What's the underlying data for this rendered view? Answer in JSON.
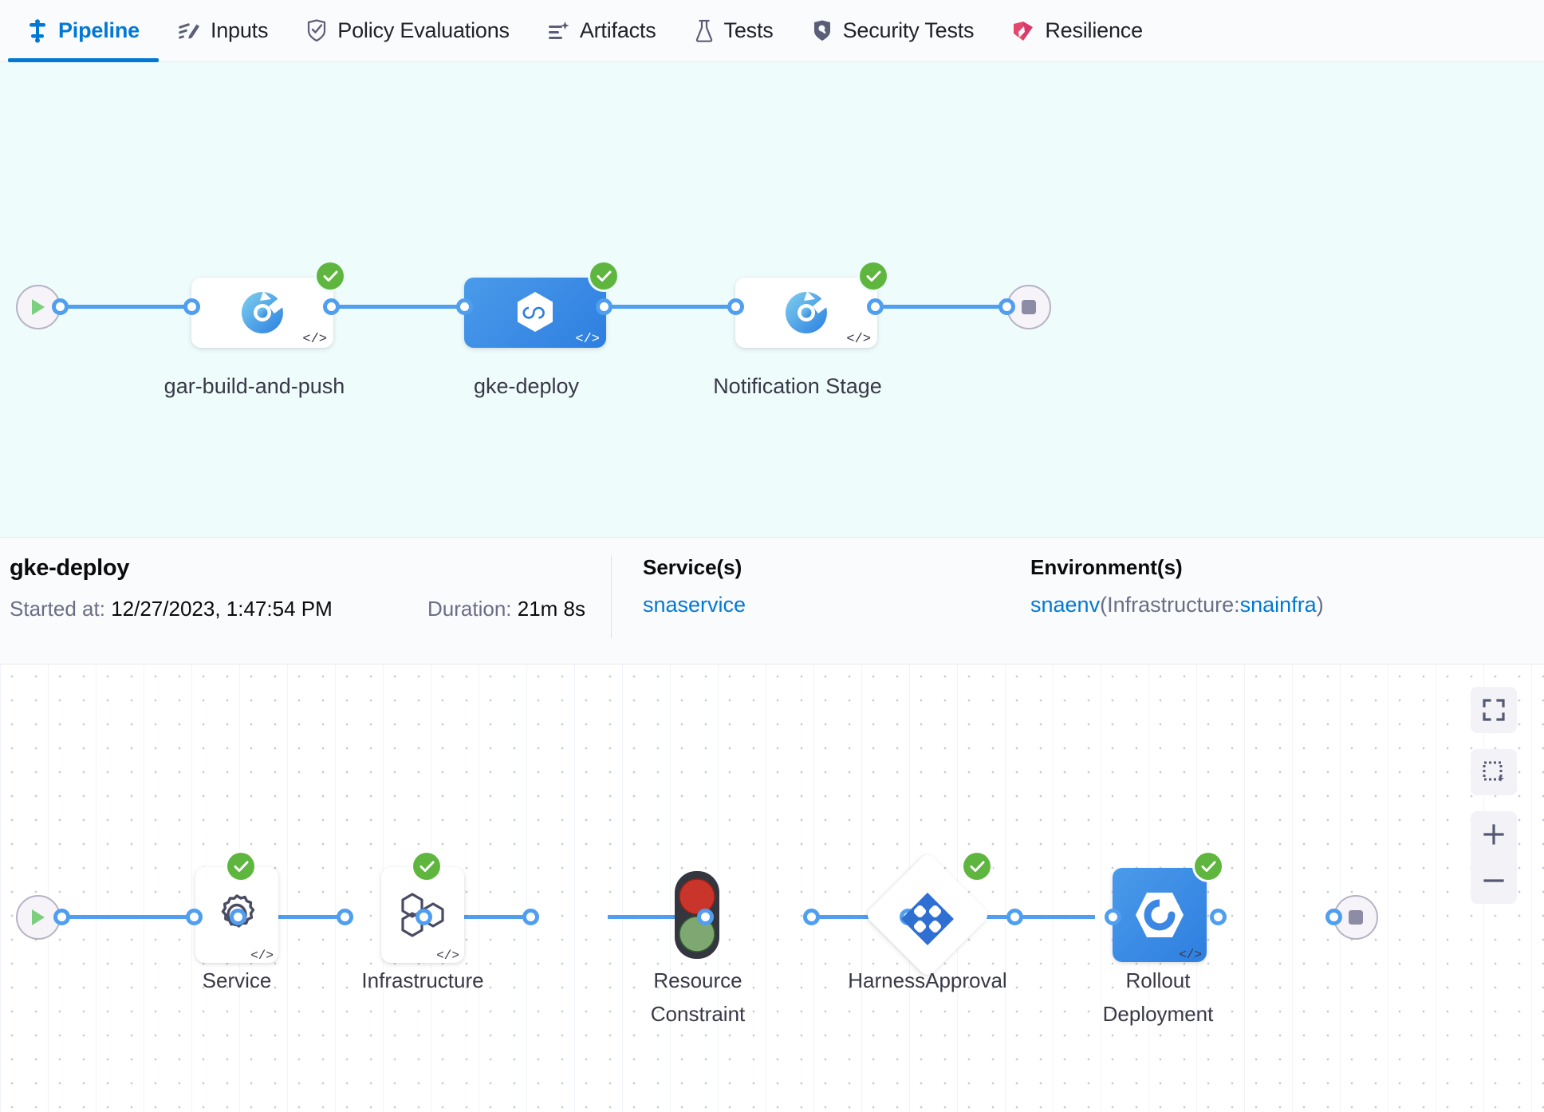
{
  "tabs": [
    {
      "label": "Pipeline",
      "icon": "pipeline-icon",
      "active": true
    },
    {
      "label": "Inputs",
      "icon": "inputs-icon",
      "active": false
    },
    {
      "label": "Policy Evaluations",
      "icon": "policy-shield-icon",
      "active": false
    },
    {
      "label": "Artifacts",
      "icon": "artifacts-icon",
      "active": false
    },
    {
      "label": "Tests",
      "icon": "flask-icon",
      "active": false
    },
    {
      "label": "Security Tests",
      "icon": "security-shield-icon",
      "active": false
    },
    {
      "label": "Resilience",
      "icon": "resilience-icon",
      "active": false
    }
  ],
  "pipeline": {
    "start_node": "start-play-icon",
    "end_node": "end-stop-icon",
    "stages": [
      {
        "name": "gar-build-and-push",
        "icon": "gcp-build-icon",
        "status": "success",
        "selected": false,
        "code": "</>"
      },
      {
        "name": "gke-deploy",
        "icon": "harness-cd-icon",
        "status": "success",
        "selected": true,
        "code": "</>"
      },
      {
        "name": "Notification Stage",
        "icon": "gcp-build-icon",
        "status": "success",
        "selected": false,
        "code": "</>"
      }
    ]
  },
  "info": {
    "title": "gke-deploy",
    "started_label": "Started at:",
    "started_value": "12/27/2023, 1:47:54 PM",
    "duration_label": "Duration:",
    "duration_value": "21m 8s",
    "service_header": "Service(s)",
    "service_value": "snaservice",
    "environment_header": "Environment(s)",
    "environment_name": "snaenv",
    "environment_infra_prefix": "(Infrastructure:",
    "environment_infra_name": "snainfra",
    "environment_infra_suffix": ")"
  },
  "execution": {
    "start_node": "start-play-icon",
    "end_node": "end-stop-icon",
    "steps": [
      {
        "name": "Service",
        "icon": "gear-icon",
        "status": "success",
        "shape": "card",
        "code": "</>"
      },
      {
        "name": "Infrastructure",
        "icon": "hexagons-icon",
        "status": "success",
        "shape": "card",
        "code": "</>"
      },
      {
        "name": "Resource Constraint",
        "icon": "traffic-light-icon",
        "status": "none",
        "shape": "bare",
        "code": ""
      },
      {
        "name": "HarnessApproval",
        "icon": "approval-clover-icon",
        "status": "success",
        "shape": "diamond",
        "code": ""
      },
      {
        "name": "Rollout Deployment",
        "icon": "rollout-icon",
        "status": "success",
        "shape": "card-blue",
        "code": "</>"
      }
    ]
  },
  "zoom_controls": [
    {
      "name": "fit-to-screen-button",
      "icon": "expand-icon"
    },
    {
      "name": "select-area-button",
      "icon": "marquee-icon"
    },
    {
      "name": "zoom-in-button",
      "icon": "plus-icon"
    },
    {
      "name": "zoom-out-button",
      "icon": "minus-icon"
    }
  ],
  "colors": {
    "accent": "#0278d5",
    "edge": "#4f9ef0",
    "success": "#5fb63f",
    "pipeline_bg": "#effcfc",
    "selected_node": "#2e7ee0",
    "resilience_pink": "#e4486f"
  }
}
